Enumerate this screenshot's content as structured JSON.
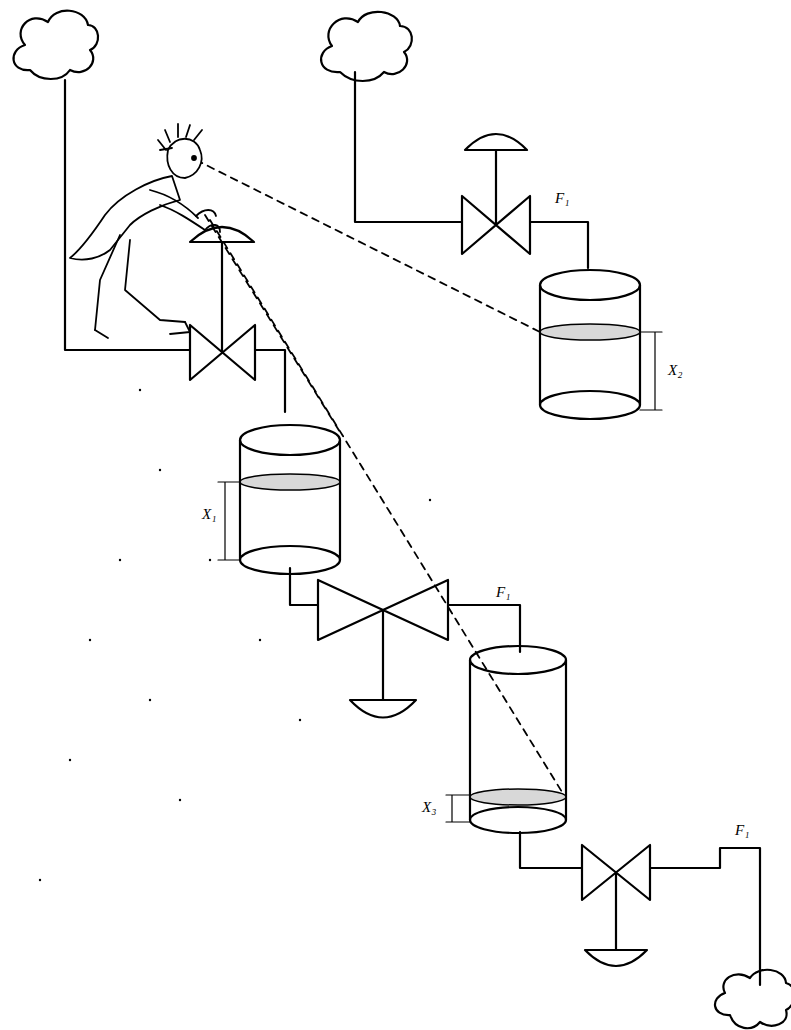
{
  "diagram": {
    "labels": [
      "F₁",
      "X₂",
      "X₁",
      "F₁",
      "X₃",
      "F₁"
    ]
  }
}
